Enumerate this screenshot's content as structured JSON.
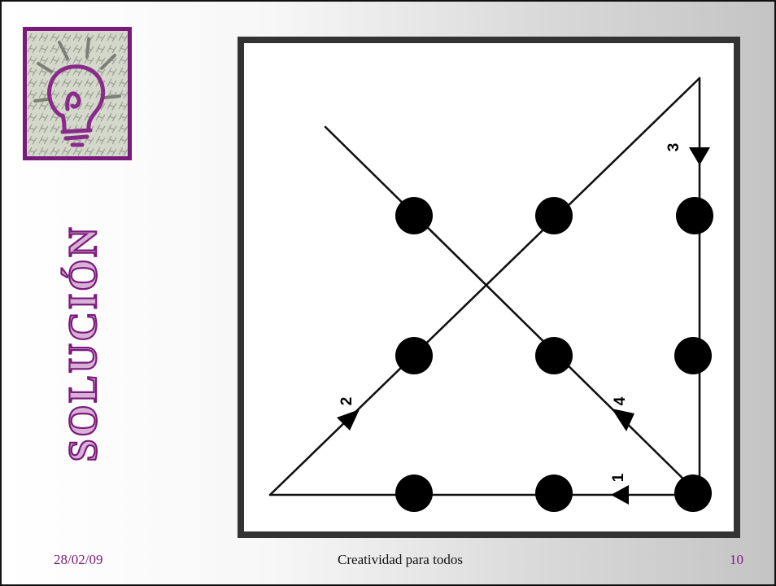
{
  "slide": {
    "title": "SOLUCIÓN",
    "footer": {
      "date": "28/02/09",
      "center_text": "Creatividad para todos",
      "page_number": "10"
    }
  },
  "diagram": {
    "step_labels": [
      "1",
      "2",
      "3",
      "4"
    ]
  },
  "colors": {
    "accent": "#7a1a7a",
    "frame": "#333333"
  },
  "icons": {
    "logo": "lightbulb-sketch-icon"
  }
}
